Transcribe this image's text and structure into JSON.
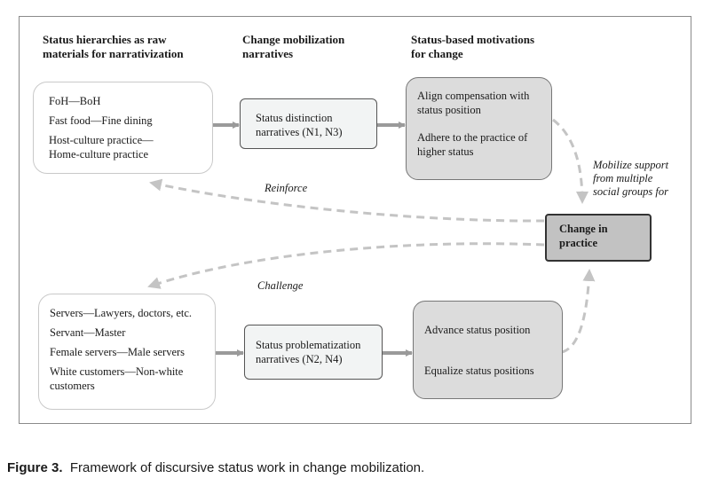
{
  "headers": {
    "col1": [
      "Status hierarchies as raw",
      "materials for narrativization"
    ],
    "col2": [
      "Change mobilization",
      "narratives"
    ],
    "col3": [
      "Status-based motivations",
      "for change"
    ]
  },
  "top_hierarchies": [
    "FoH—BoH",
    "Fast food—Fine dining",
    "Host-culture practice—",
    "Home-culture practice"
  ],
  "top_narrative": [
    "Status distinction",
    "narratives (N1, N3)"
  ],
  "top_motivations": {
    "first": [
      "Align compensation with",
      "status position"
    ],
    "second": [
      "Adhere to the practice of",
      "higher status"
    ]
  },
  "change": [
    "Change in",
    "practice"
  ],
  "mobilize_label": [
    "Mobilize support",
    "from multiple",
    "social groups for"
  ],
  "reinforce_label": "Reinforce",
  "challenge_label": "Challenge",
  "bottom_hierarchies": [
    "Servers—Lawyers, doctors, etc.",
    "Servant—Master",
    "Female servers—Male servers",
    "White customers—Non-white",
    "customers"
  ],
  "bottom_narrative": [
    "Status problematization",
    "narratives (N2, N4)"
  ],
  "bottom_motivations": {
    "first": "Advance status position",
    "second": "Equalize status positions"
  },
  "caption": {
    "label": "Figure 3.",
    "text": "Framework of discursive status work in change mobilization."
  }
}
